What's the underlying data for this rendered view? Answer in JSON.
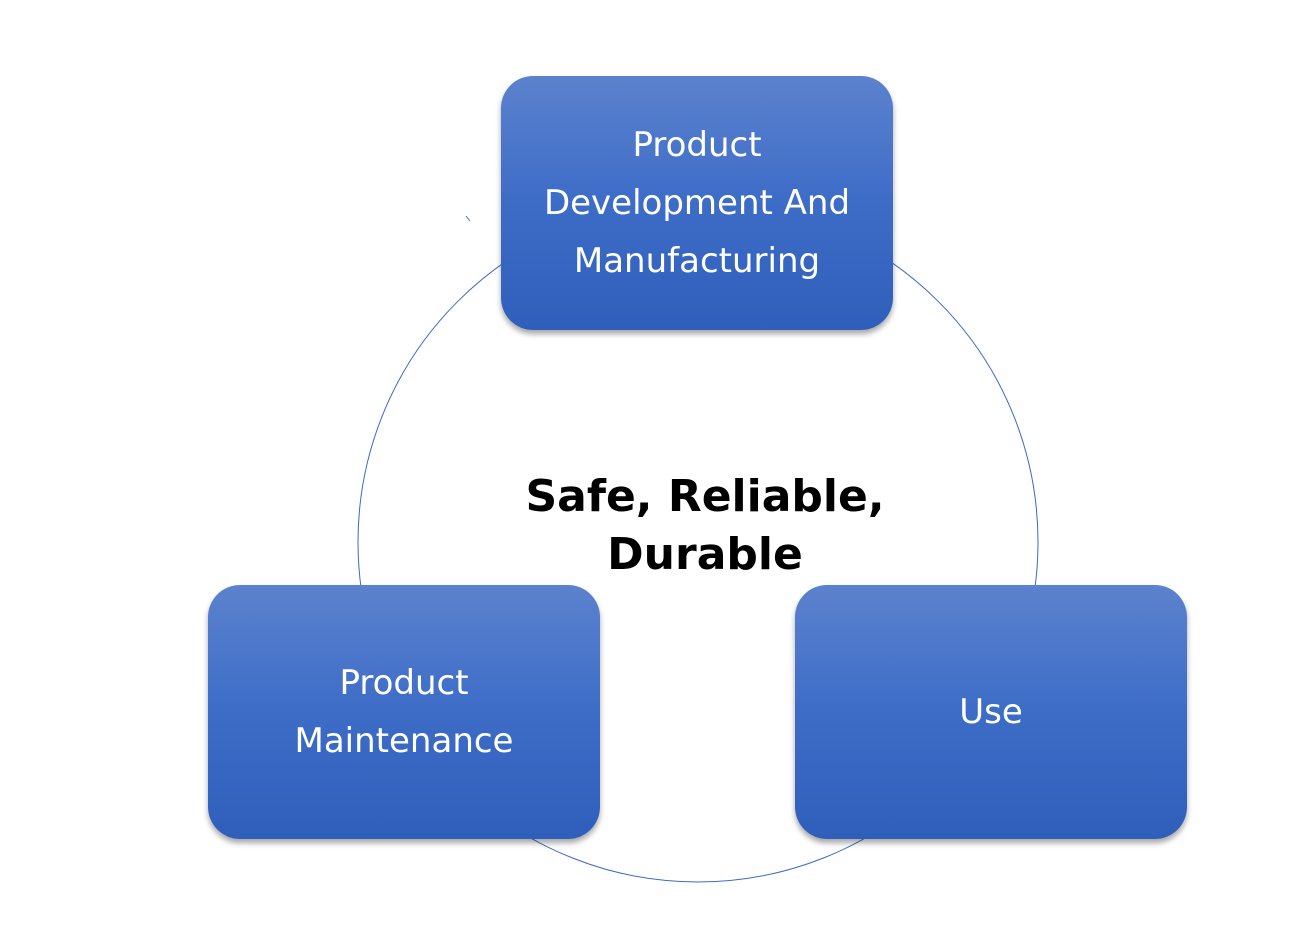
{
  "diagram": {
    "type": "cycle",
    "center_label": "Safe, Reliable,\nDurable",
    "nodes": [
      {
        "label": "Product\nDevelopment And\nManufacturing"
      },
      {
        "label": "Use"
      },
      {
        "label": "Product\nMaintenance"
      }
    ],
    "colors": {
      "node_fill_top": "#5c82cd",
      "node_fill_bottom": "#2f5fba",
      "ring_stroke": "#3a6ac4",
      "node_text": "#ffffff",
      "center_text": "#000000"
    }
  }
}
